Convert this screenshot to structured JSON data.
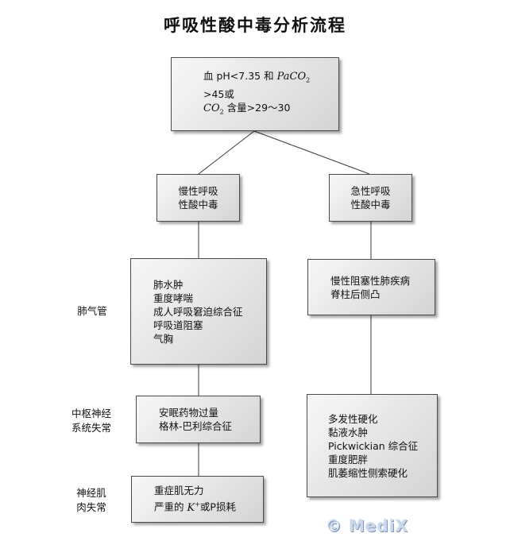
{
  "title": "呼吸性酸中毒分析流程",
  "root": {
    "line1_prefix": "血 pH<7.35 和",
    "pco2_var": "PaCO",
    "pco2_sub": "2",
    "line2": ">45或",
    "co2_var": "CO",
    "co2_sub": "2",
    "line3_suffix": " 含量>29～30"
  },
  "chronic": {
    "lines": [
      "慢性呼吸",
      "性酸中毒"
    ]
  },
  "acute": {
    "lines": [
      "急性呼吸",
      "性酸中毒"
    ]
  },
  "lung_causes": {
    "lines": [
      "肺水肿",
      "重度哮喘",
      "成人呼吸窘迫综合征",
      "呼吸道阻塞",
      "气胸"
    ]
  },
  "acute_causes": {
    "lines": [
      "慢性阻塞性肺疾病",
      "脊柱后侧凸"
    ]
  },
  "cns_causes": {
    "lines": [
      "安眠药物过量",
      "格林-巴利综合征"
    ]
  },
  "acute_other_causes": {
    "lines": [
      "多发性硬化",
      "黏液水肿",
      "Pickwickian 综合征",
      "重度肥胖",
      "肌萎缩性侧索硬化"
    ]
  },
  "neuro_causes": {
    "line1": "重症肌无力",
    "line2_prefix": "严重的 ",
    "k_var": "K",
    "k_sup": "+",
    "line2_suffix": "或P损耗"
  },
  "side_labels": {
    "lung": "肺气管",
    "cns_l1": "中枢神经",
    "cns_l2": "系统失常",
    "neuro_l1": "神经肌",
    "neuro_l2": "肉失常"
  },
  "watermark": "© MediX"
}
